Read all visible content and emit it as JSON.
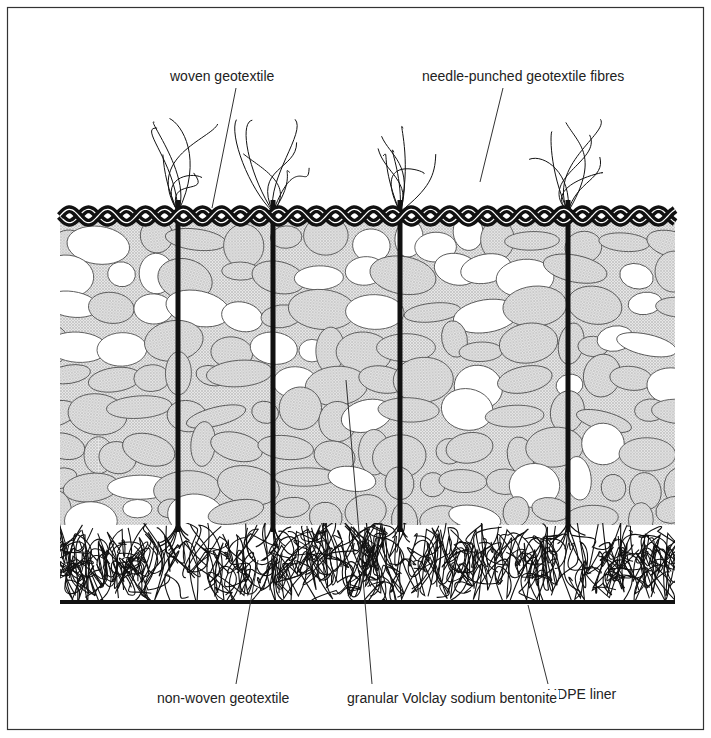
{
  "diagram": {
    "labels": [
      "woven geotextile",
      "needle-punched geotextile fibres",
      "HDPE liner",
      "non-woven geotextile",
      "granular Volclay sodium bentonite"
    ]
  }
}
